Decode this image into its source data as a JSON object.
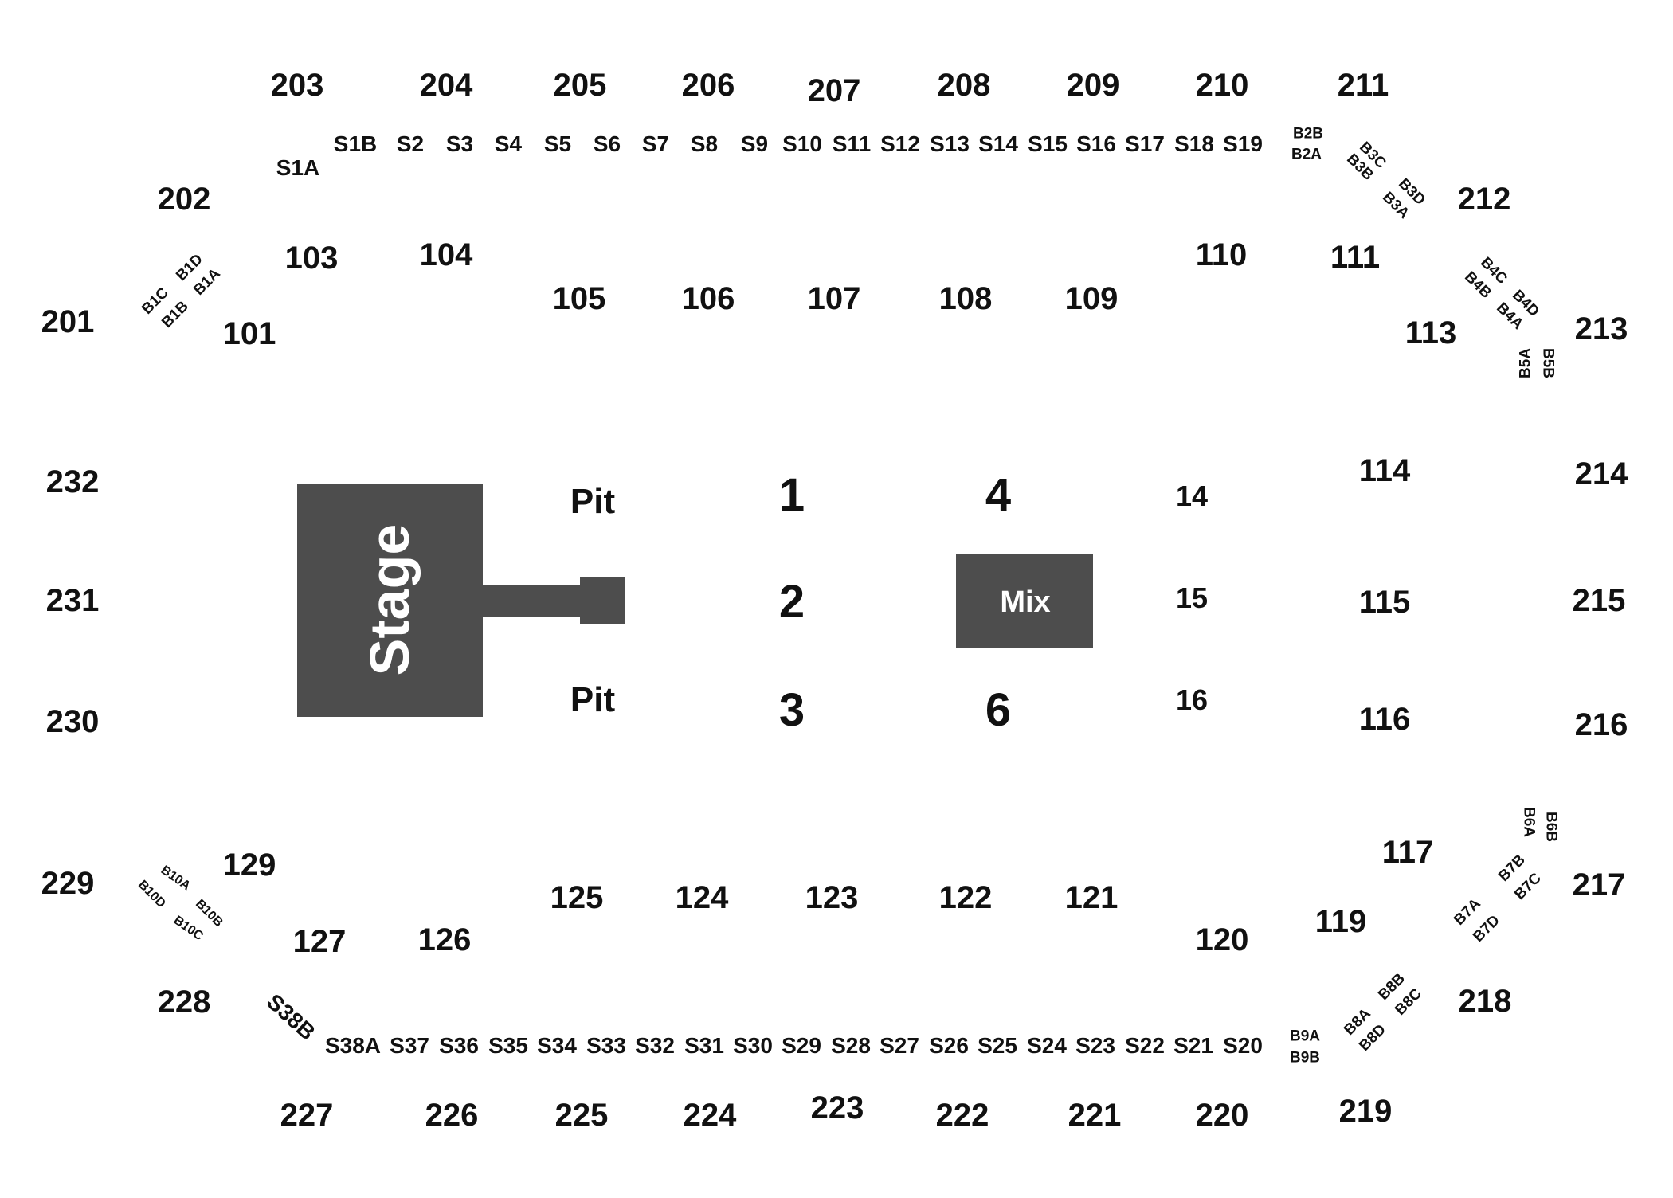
{
  "colors": {
    "block": "#4d4d4d",
    "text": "#111111",
    "block_text": "#ffffff",
    "background": "#ffffff"
  },
  "blocks": {
    "stage_label": "Stage",
    "mix_label": "Mix"
  },
  "upper_sections": [
    "201",
    "202",
    "203",
    "204",
    "205",
    "206",
    "207",
    "208",
    "209",
    "210",
    "211",
    "212",
    "213",
    "214",
    "215",
    "216",
    "217",
    "218",
    "219",
    "220",
    "221",
    "222",
    "223",
    "224",
    "225",
    "226",
    "227",
    "228",
    "229",
    "230",
    "231",
    "232"
  ],
  "lower_sections": [
    "101",
    "103",
    "104",
    "105",
    "106",
    "107",
    "108",
    "109",
    "110",
    "111",
    "113",
    "114",
    "115",
    "116",
    "117",
    "119",
    "120",
    "121",
    "122",
    "123",
    "124",
    "125",
    "126",
    "127",
    "129"
  ],
  "floor_sections": [
    "1",
    "2",
    "3",
    "4",
    "6"
  ],
  "floor_side_sections": [
    "14",
    "15",
    "16"
  ],
  "pit_sections": [
    "Pit",
    "Pit"
  ],
  "suites_top": [
    "S1A",
    "S1B",
    "S2",
    "S3",
    "S4",
    "S5",
    "S6",
    "S7",
    "S8",
    "S9",
    "S10",
    "S11",
    "S12",
    "S13",
    "S14",
    "S15",
    "S16",
    "S17",
    "S18",
    "S19"
  ],
  "suites_bottom": [
    "S38B",
    "S38A",
    "S37",
    "S36",
    "S35",
    "S34",
    "S33",
    "S32",
    "S31",
    "S30",
    "S29",
    "S28",
    "S27",
    "S26",
    "S25",
    "S24",
    "S23",
    "S22",
    "S21",
    "S20"
  ],
  "boxes": [
    "B1A",
    "B1B",
    "B1C",
    "B1D",
    "B2A",
    "B2B",
    "B3A",
    "B3B",
    "B3C",
    "B3D",
    "B4A",
    "B4B",
    "B4C",
    "B4D",
    "B5A",
    "B5B",
    "B6A",
    "B6B",
    "B7A",
    "B7B",
    "B7C",
    "B7D",
    "B8A",
    "B8B",
    "B8C",
    "B8D",
    "B9A",
    "B9B",
    "B10A",
    "B10B",
    "B10C",
    "B10D"
  ]
}
